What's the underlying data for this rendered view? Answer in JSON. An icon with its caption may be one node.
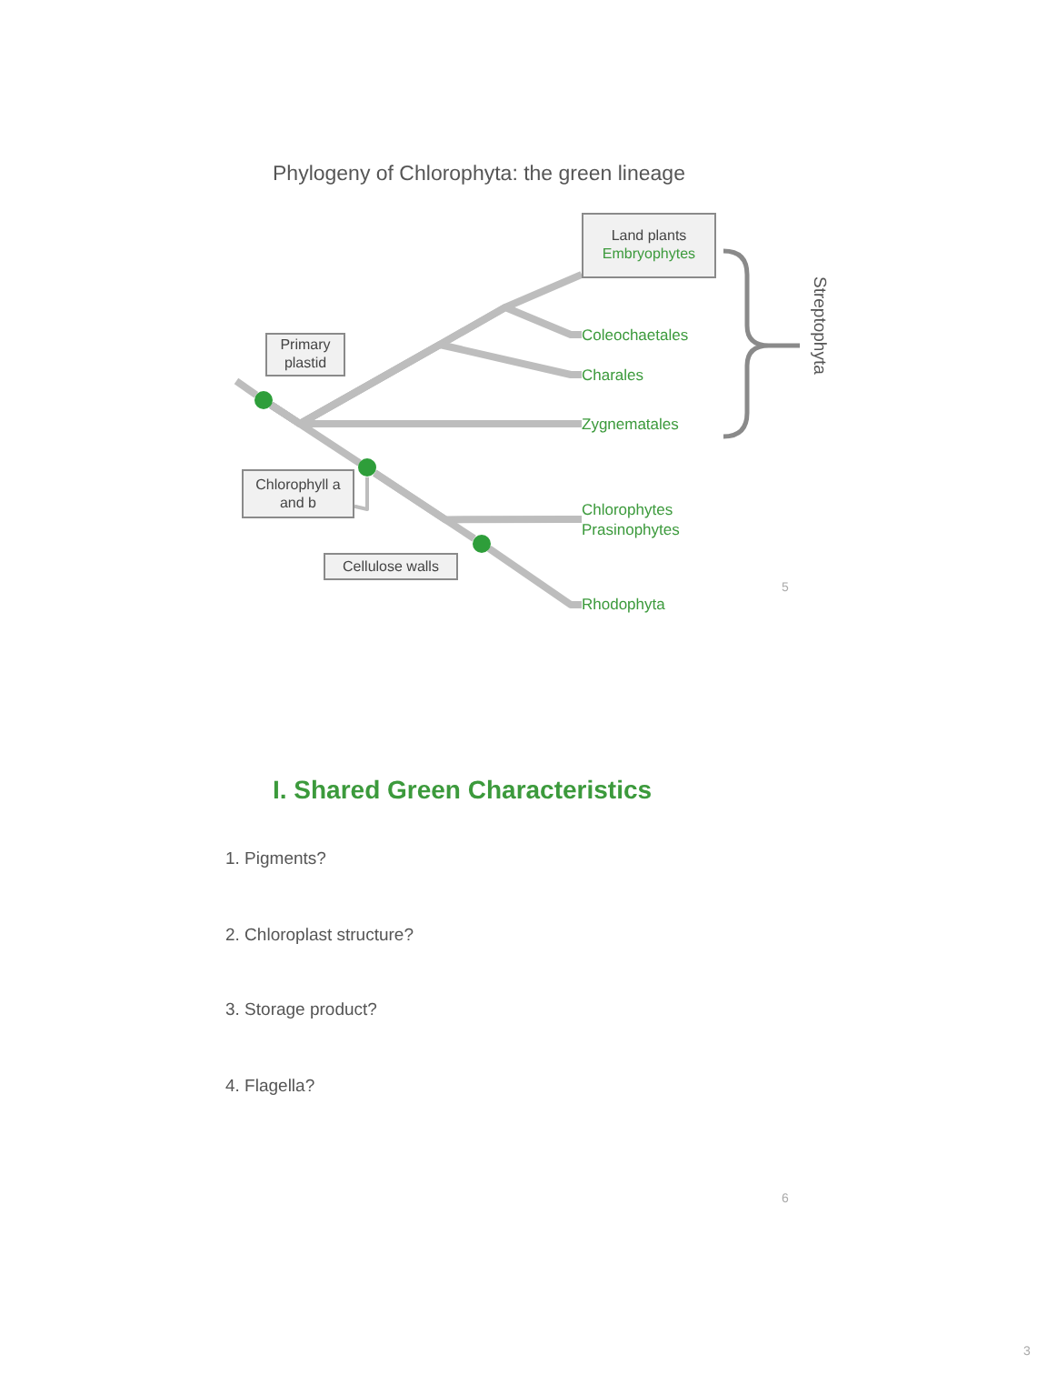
{
  "diagram": {
    "title": "Phylogeny of Chlorophyta: the green lineage",
    "nodes": [
      {
        "text": [
          "Land plants",
          "Embryophytes"
        ]
      },
      {
        "text": [
          "Primary plastid"
        ]
      },
      {
        "text": [
          "Coleochaetales"
        ]
      },
      {
        "text": [
          "Charales"
        ]
      },
      {
        "text": [],
        "shape": "circle"
      },
      {
        "text": [
          "Zygnematales"
        ]
      },
      {
        "text": [],
        "shape": "circle"
      },
      {
        "text": [
          "Chlorophyll a and b"
        ]
      },
      {
        "text": [
          "Chlorophytes Prasinophytes"
        ]
      },
      {
        "text": [],
        "shape": "circle"
      },
      {
        "text": [
          "Cellulose walls"
        ]
      },
      {
        "text": [
          "Rhodophyta"
        ]
      }
    ],
    "edges": [
      {
        "from": null,
        "to": 4,
        "arrow": "none"
      },
      {
        "from": 4,
        "to": 0,
        "arrow": "none"
      },
      {
        "from": 4,
        "to": 2,
        "arrow": "none"
      },
      {
        "from": 4,
        "to": 3,
        "arrow": "none"
      },
      {
        "from": 4,
        "to": 5,
        "arrow": "none"
      },
      {
        "from": 4,
        "to": 6,
        "arrow": "none"
      },
      {
        "from": 6,
        "to": 8,
        "arrow": "none"
      },
      {
        "from": 6,
        "to": 9,
        "arrow": "none"
      },
      {
        "from": 9,
        "to": 11,
        "arrow": "none"
      },
      {
        "from": 7,
        "to": 6,
        "arrow": "none"
      }
    ],
    "labels": [
      "Streptophyta",
      "5",
      "I. Shared Green Characteristics",
      "1. Pigments?",
      "2. Chloroplast structure?",
      "3. Storage product?",
      "4. Flagella?",
      "6",
      "3"
    ]
  }
}
